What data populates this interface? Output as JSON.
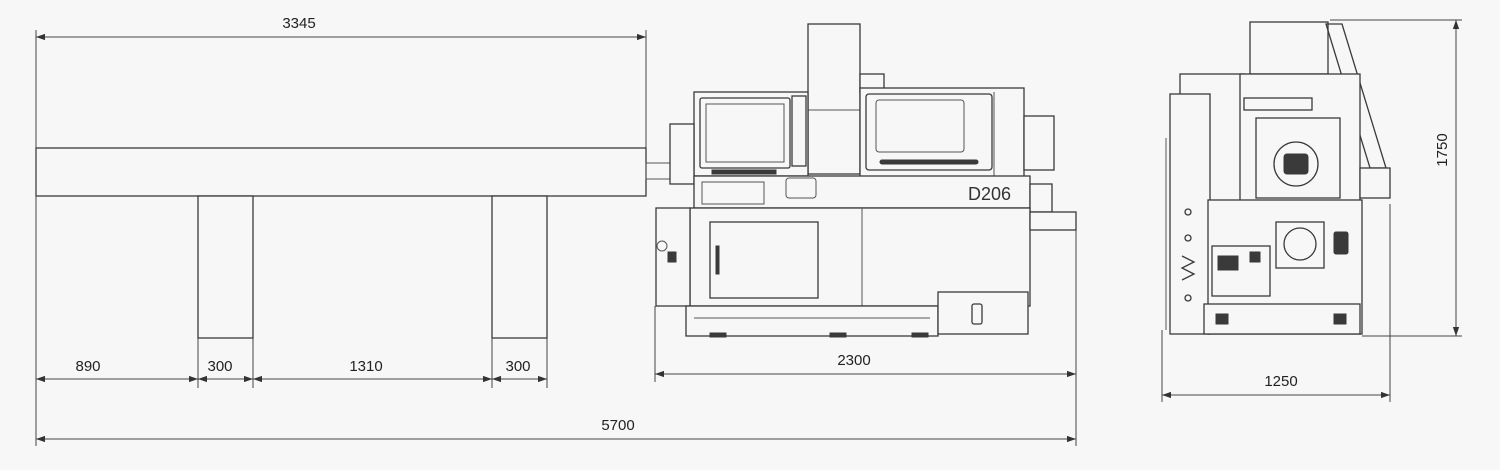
{
  "dimensions": {
    "bar_feeder_length": "3345",
    "left_offset": "890",
    "leg_width_1": "300",
    "leg_spacing": "1310",
    "leg_width_2": "300",
    "machine_length": "2300",
    "total_length": "5700",
    "machine_depth": "1250",
    "machine_height": "1750"
  },
  "machine": {
    "model": "D206"
  },
  "colors": {
    "line": "#3a3a3a",
    "background": "#f7f7f7"
  }
}
